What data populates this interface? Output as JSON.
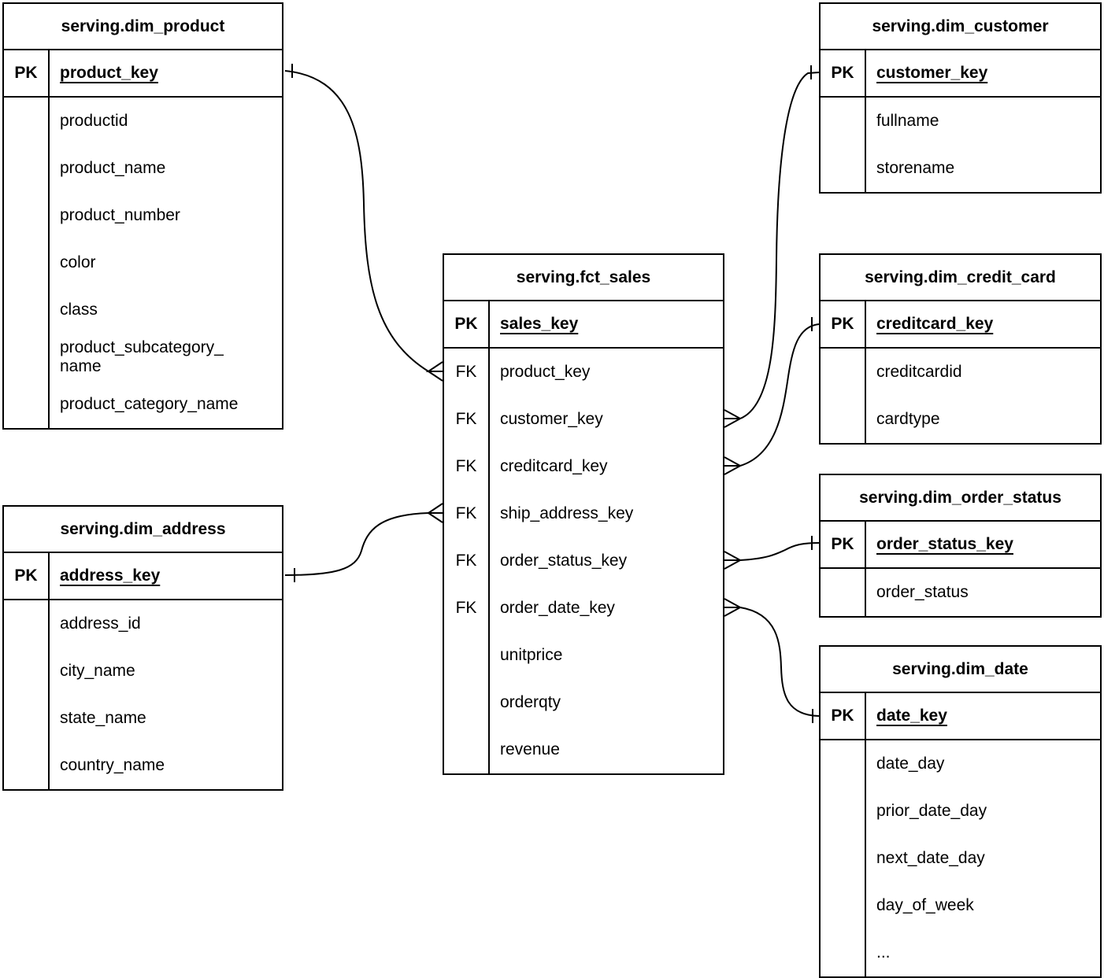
{
  "diagram": {
    "tables": {
      "dim_product": {
        "title": "serving.dim_product",
        "pk": {
          "badge": "PK",
          "field": "product_key"
        },
        "fields": [
          {
            "key": "",
            "name": "productid"
          },
          {
            "key": "",
            "name": "product_name"
          },
          {
            "key": "",
            "name": "product_number"
          },
          {
            "key": "",
            "name": "color"
          },
          {
            "key": "",
            "name": "class"
          },
          {
            "key": "",
            "name": "product_subcategory_\nname"
          },
          {
            "key": "",
            "name": "product_category_name"
          }
        ]
      },
      "dim_customer": {
        "title": "serving.dim_customer",
        "pk": {
          "badge": "PK",
          "field": "customer_key"
        },
        "fields": [
          {
            "key": "",
            "name": "fullname"
          },
          {
            "key": "",
            "name": "storename"
          }
        ]
      },
      "fct_sales": {
        "title": "serving.fct_sales",
        "pk": {
          "badge": "PK",
          "field": "sales_key"
        },
        "fields": [
          {
            "key": "FK",
            "name": "product_key"
          },
          {
            "key": "FK",
            "name": "customer_key"
          },
          {
            "key": "FK",
            "name": "creditcard_key"
          },
          {
            "key": "FK",
            "name": "ship_address_key"
          },
          {
            "key": "FK",
            "name": "order_status_key"
          },
          {
            "key": "FK",
            "name": "order_date_key"
          },
          {
            "key": "",
            "name": "unitprice"
          },
          {
            "key": "",
            "name": "orderqty"
          },
          {
            "key": "",
            "name": "revenue"
          }
        ]
      },
      "dim_credit_card": {
        "title": "serving.dim_credit_card",
        "pk": {
          "badge": "PK",
          "field": "creditcard_key"
        },
        "fields": [
          {
            "key": "",
            "name": "creditcardid"
          },
          {
            "key": "",
            "name": "cardtype"
          }
        ]
      },
      "dim_order_status": {
        "title": "serving.dim_order_status",
        "pk": {
          "badge": "PK",
          "field": "order_status_key"
        },
        "fields": [
          {
            "key": "",
            "name": "order_status"
          }
        ]
      },
      "dim_address": {
        "title": "serving.dim_address",
        "pk": {
          "badge": "PK",
          "field": "address_key"
        },
        "fields": [
          {
            "key": "",
            "name": "address_id"
          },
          {
            "key": "",
            "name": "city_name"
          },
          {
            "key": "",
            "name": "state_name"
          },
          {
            "key": "",
            "name": "country_name"
          }
        ]
      },
      "dim_date": {
        "title": "serving.dim_date",
        "pk": {
          "badge": "PK",
          "field": "date_key"
        },
        "fields": [
          {
            "key": "",
            "name": "date_day"
          },
          {
            "key": "",
            "name": "prior_date_day"
          },
          {
            "key": "",
            "name": "next_date_day"
          },
          {
            "key": "",
            "name": "day_of_week"
          },
          {
            "key": "",
            "name": "..."
          }
        ]
      }
    },
    "relationships": [
      {
        "many_table": "serving.fct_sales",
        "many_field": "product_key",
        "one_table": "serving.dim_product",
        "one_field": "product_key",
        "many_cardinality": "many",
        "one_cardinality": "one"
      },
      {
        "many_table": "serving.fct_sales",
        "many_field": "customer_key",
        "one_table": "serving.dim_customer",
        "one_field": "customer_key",
        "many_cardinality": "many",
        "one_cardinality": "one"
      },
      {
        "many_table": "serving.fct_sales",
        "many_field": "creditcard_key",
        "one_table": "serving.dim_credit_card",
        "one_field": "creditcard_key",
        "many_cardinality": "many",
        "one_cardinality": "one"
      },
      {
        "many_table": "serving.fct_sales",
        "many_field": "ship_address_key",
        "one_table": "serving.dim_address",
        "one_field": "address_key",
        "many_cardinality": "many",
        "one_cardinality": "one"
      },
      {
        "many_table": "serving.fct_sales",
        "many_field": "order_status_key",
        "one_table": "serving.dim_order_status",
        "one_field": "order_status_key",
        "many_cardinality": "many",
        "one_cardinality": "one"
      },
      {
        "many_table": "serving.fct_sales",
        "many_field": "order_date_key",
        "one_table": "serving.dim_date",
        "one_field": "date_key",
        "many_cardinality": "many",
        "one_cardinality": "one"
      }
    ]
  },
  "colors": {
    "line": "#000000",
    "text": "#000000",
    "background": "#ffffff"
  }
}
